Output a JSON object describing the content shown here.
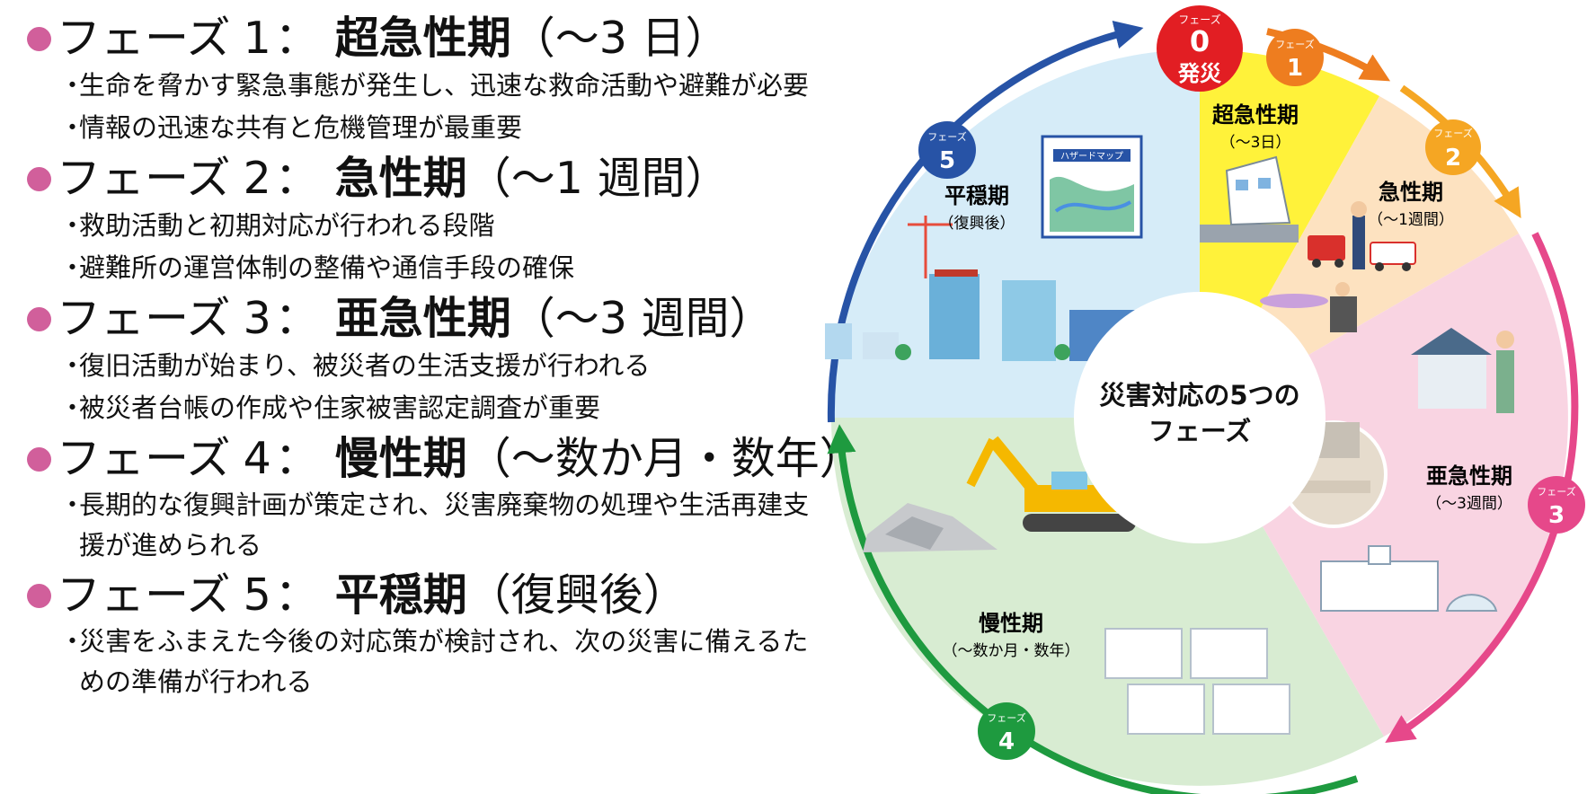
{
  "phases": [
    {
      "heading_prefix": "フェーズ",
      "num": "1",
      "sep": "：",
      "name": "超急性期",
      "period": "（〜3 日）",
      "bullets": [
        "生命を脅かす緊急事態が発生し、迅速な救命活動や避難が必要",
        "情報の迅速な共有と危機管理が最重要"
      ]
    },
    {
      "heading_prefix": "フェーズ",
      "num": "2",
      "sep": "：",
      "name": "急性期",
      "period": "（〜1 週間）",
      "bullets": [
        "救助活動と初期対応が行われる段階",
        "避難所の運営体制の整備や通信手段の確保"
      ]
    },
    {
      "heading_prefix": "フェーズ",
      "num": "3",
      "sep": "：",
      "name": "亜急性期",
      "period": "（〜3 週間）",
      "bullets": [
        "復旧活動が始まり、被災者の生活支援が行われる",
        "被災者台帳の作成や住家被害認定調査が重要"
      ]
    },
    {
      "heading_prefix": "フェーズ",
      "num": "4",
      "sep": "：",
      "name": "慢性期",
      "period": "（〜数か月・数年）",
      "bullets": [
        "長期的な復興計画が策定され、災害廃棄物の処理や生活再建支援が進められる"
      ]
    },
    {
      "heading_prefix": "フェーズ",
      "num": "5",
      "sep": "：",
      "name": "平穏期",
      "period": "（復興後）",
      "bullets": [
        "災害をふまえた今後の対応策が検討され、次の災害に備えるための準備が行われる"
      ]
    }
  ],
  "bullet_mark": "・",
  "colors": {
    "bullet_dot": "#d15f9b",
    "phase0": "#e21e23",
    "phase1": "#ee7d1f",
    "phase2": "#f5a623",
    "phase3": "#e6488a",
    "phase4": "#1e9a3f",
    "phase5": "#2753a6"
  },
  "diagram": {
    "center_title_line1": "災害対応の5つの",
    "center_title_line2": "フェーズ",
    "badge_label": "フェーズ",
    "phase0": {
      "num": "0",
      "sub": "発災"
    },
    "phase1": {
      "num": "1",
      "name": "超急性期",
      "period": "（〜3日）"
    },
    "phase2": {
      "num": "2",
      "name": "急性期",
      "period": "（〜1週間）"
    },
    "phase3": {
      "num": "3",
      "name": "亜急性期",
      "period": "（〜3週間）"
    },
    "phase4": {
      "num": "4",
      "name": "慢性期",
      "period": "（〜数か月・数年）"
    },
    "phase5": {
      "num": "5",
      "name": "平穏期",
      "period": "（復興後）"
    },
    "hazard_map_label": "ハザードマップ"
  }
}
